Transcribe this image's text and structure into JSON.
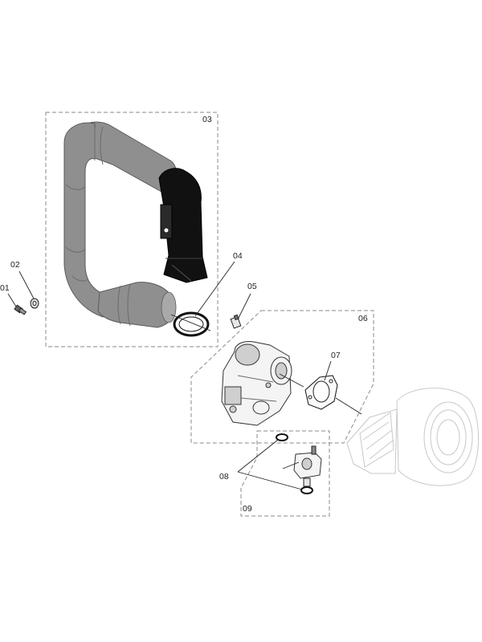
{
  "diagram": {
    "callouts": {
      "c01": "01",
      "c02": "02",
      "c03": "03",
      "c04": "04",
      "c05": "05",
      "c06": "06",
      "c07": "07",
      "c08": "08",
      "c09": "09"
    },
    "colors": {
      "pipe": "#8f8f8f",
      "pipe_elbow": "#111111",
      "group_frame": "#8a8a8a",
      "fan_outline": "#c8c8c8"
    }
  }
}
